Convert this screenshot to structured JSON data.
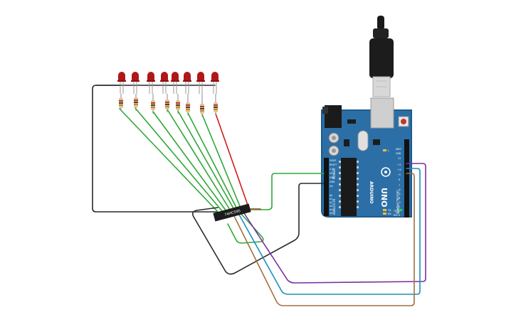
{
  "board": {
    "brand_logo": "ARDUINO",
    "model": "UNO",
    "chip_label": "74HC595",
    "power_pins": [
      "IOREF",
      "RESET",
      "3.3V",
      "5V",
      "GND",
      "GND",
      "Vin"
    ],
    "analog_pins": [
      "A0",
      "A1",
      "A2",
      "A3",
      "A4",
      "A5"
    ],
    "digital_pins": [
      "AREF",
      "GND",
      "13",
      "~11",
      "~10",
      "~9",
      "8",
      "7",
      "~6",
      "~5",
      "4",
      "~3",
      "2",
      "TX→1",
      "RX←0"
    ],
    "header_power": "POWER",
    "header_analog": "ANALOG IN",
    "header_digital": "DIGITAL (PWM~)",
    "led_labels": [
      "L",
      "TX",
      "RX",
      "ON"
    ]
  },
  "colors": {
    "board": "#2b6fa6",
    "board_edge": "#1d5a8c",
    "led_body": "#b01818",
    "wire_green": "#2ea836",
    "wire_red": "#d01c1c",
    "wire_black": "#2a2a2a",
    "wire_purple": "#7a2fa0",
    "wire_cyan": "#1a8fc0",
    "wire_brown": "#a07040"
  },
  "components": {
    "led_count": 8,
    "resistor_count": 8,
    "icons": [
      "led-icon",
      "resistor-icon",
      "usb-cable-icon",
      "chip-icon",
      "reset-button-icon",
      "capacitor-icon",
      "power-jack-icon"
    ]
  }
}
